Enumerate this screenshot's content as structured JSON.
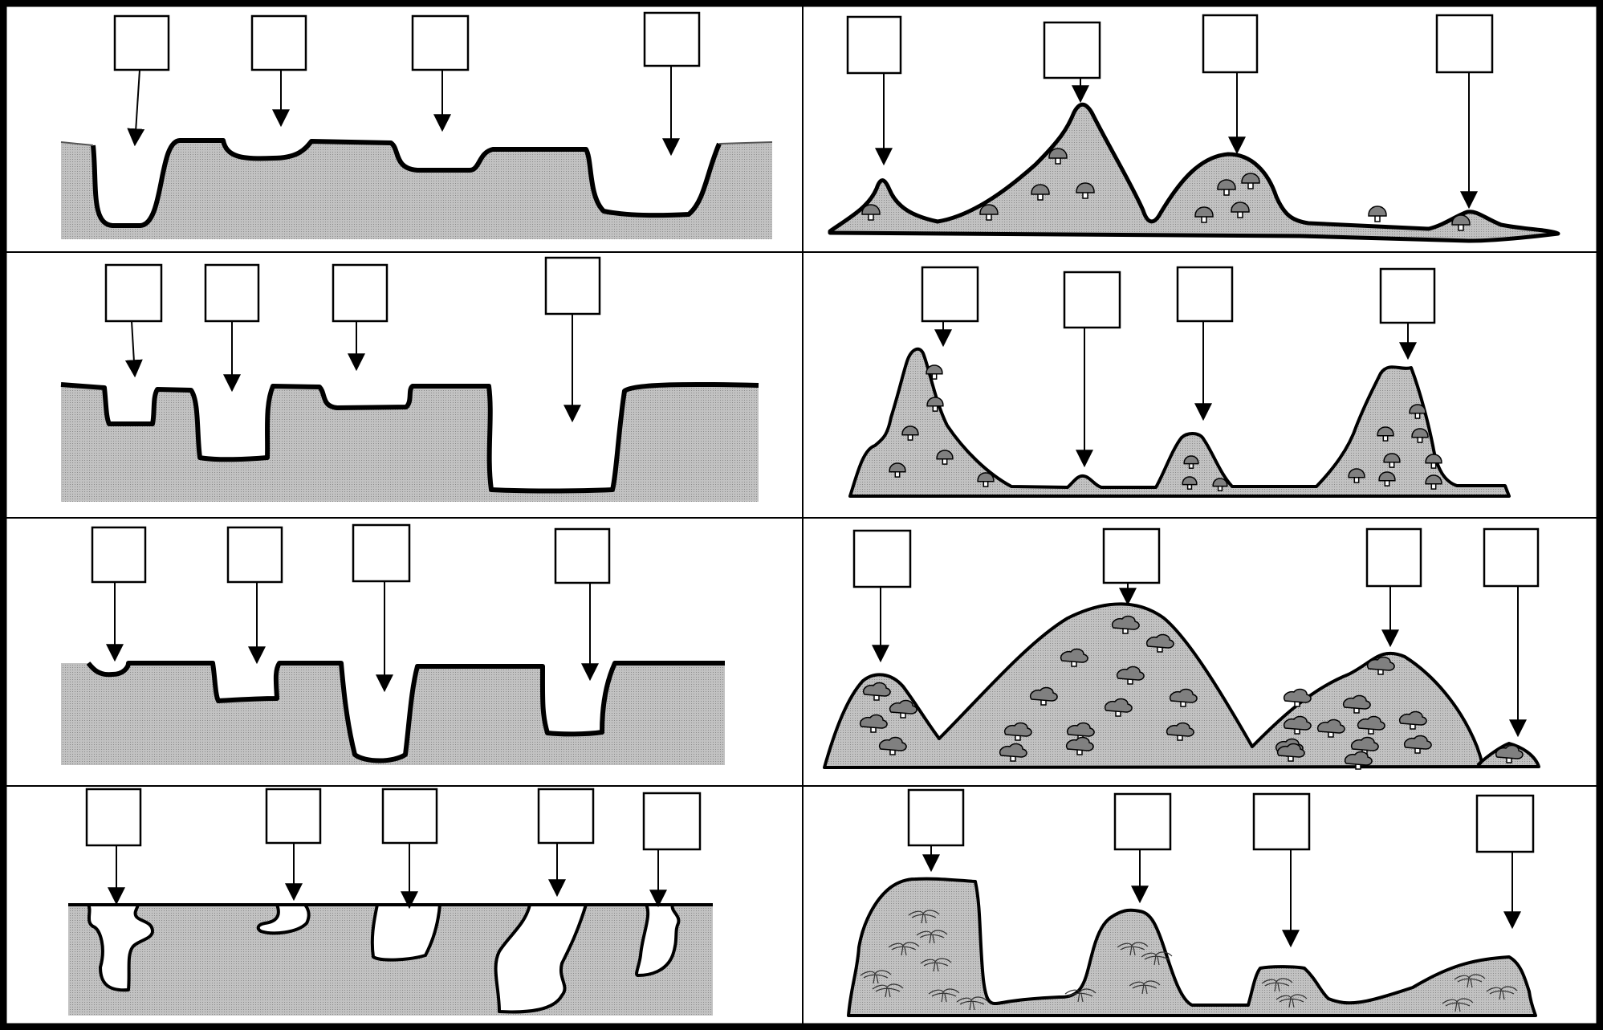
{
  "worksheet": {
    "colors": {
      "background": "#ffffff",
      "ink": "#000000",
      "fill": "#b8b8b8",
      "tree": "#808080"
    },
    "panels": [
      {
        "name": "panel-depressions-1",
        "type": "depressions",
        "trees": false,
        "label_box_count": 4
      },
      {
        "name": "panel-elevations-1",
        "type": "elevations",
        "trees": true,
        "tree_style": "mushroom",
        "label_box_count": 4
      },
      {
        "name": "panel-depressions-2",
        "type": "depressions",
        "trees": false,
        "label_box_count": 4
      },
      {
        "name": "panel-elevations-2",
        "type": "elevations",
        "trees": true,
        "tree_style": "mushroom",
        "label_box_count": 4
      },
      {
        "name": "panel-depressions-3",
        "type": "depressions",
        "trees": false,
        "label_box_count": 4
      },
      {
        "name": "panel-elevations-3",
        "type": "elevations",
        "trees": true,
        "tree_style": "cloud",
        "label_box_count": 4
      },
      {
        "name": "panel-depressions-4",
        "type": "depressions",
        "trees": false,
        "label_box_count": 5
      },
      {
        "name": "panel-elevations-4",
        "type": "elevations",
        "trees": true,
        "tree_style": "sketch",
        "label_box_count": 4
      }
    ]
  }
}
